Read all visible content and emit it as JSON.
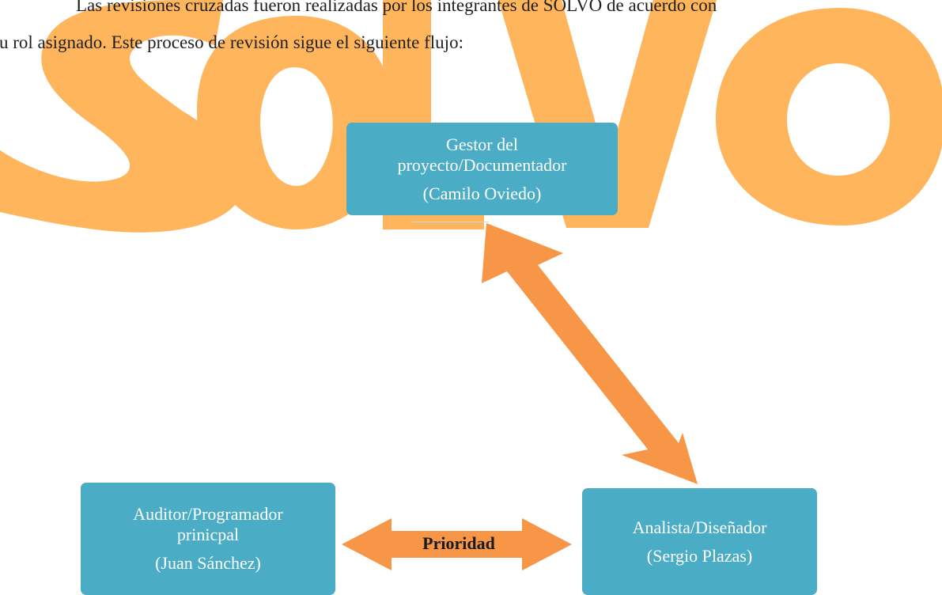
{
  "watermark": {
    "text": "SOLVO",
    "color": "#ffb55c"
  },
  "paragraph": {
    "line1": "Las revisiones cruzadas fueron realizadas por los integrantes de SOLVO de acuerdo con",
    "line2": "su rol asignado. Este proceso de revisión sigue el siguiente flujo:"
  },
  "diagram": {
    "nodes": [
      {
        "title_a": "Gestor del",
        "title_b": "proyecto/Documentador",
        "person": "(Camilo Oviedo)"
      },
      {
        "title_a": "Analista/Diseñador",
        "person": "(Sergio Plazas)"
      },
      {
        "title_a": "Auditor/Programador",
        "title_b": "prinicpal",
        "person": "(Juan Sánchez)"
      }
    ],
    "edges": [
      {
        "from": "Gestor del proyecto/Documentador",
        "to": "Analista/Diseñador",
        "direction": "bidirectional",
        "label": ""
      },
      {
        "from": "Auditor/Programador prinicpal",
        "to": "Analista/Diseñador",
        "direction": "bidirectional",
        "label": "Prioridad"
      }
    ],
    "colors": {
      "node_fill": "#4bacc6",
      "node_text": "#ffffff",
      "arrow": "#f79646"
    }
  }
}
